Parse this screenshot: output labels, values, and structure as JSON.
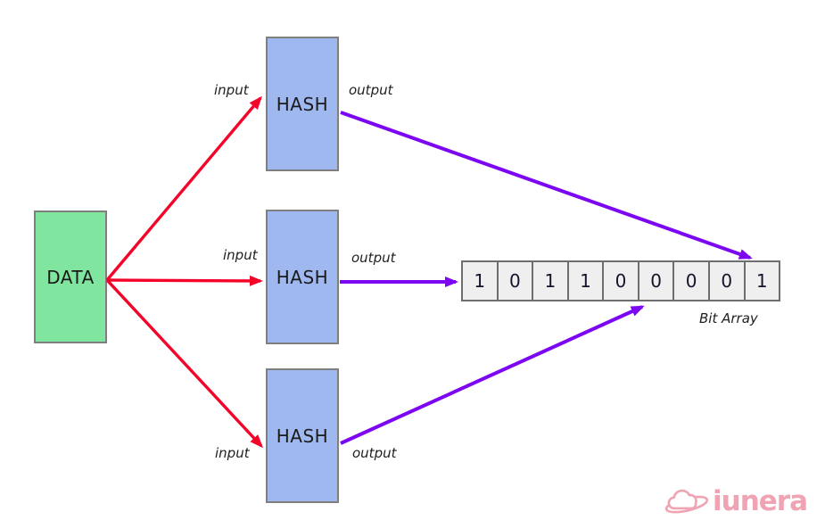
{
  "diagram": {
    "data_box": {
      "label": "DATA"
    },
    "hash_boxes": [
      {
        "label": "HASH",
        "input_label": "input",
        "output_label": "output"
      },
      {
        "label": "HASH",
        "input_label": "input",
        "output_label": "output"
      },
      {
        "label": "HASH",
        "input_label": "input",
        "output_label": "output"
      }
    ],
    "bit_array": {
      "label": "Bit Array",
      "cells": [
        "1",
        "0",
        "1",
        "1",
        "0",
        "0",
        "0",
        "0",
        "1"
      ]
    },
    "colors": {
      "data_box_fill": "#80e59e",
      "hash_box_fill": "#9fb8f0",
      "box_border": "#7f7f7f",
      "bit_cell_fill": "#efefef",
      "bit_cell_border": "#6e6e6e",
      "arrow_red": "#f40428",
      "arrow_purple": "#7c06f2",
      "logo_pink": "#efa3b3"
    },
    "logo": {
      "text": "iunera"
    }
  }
}
